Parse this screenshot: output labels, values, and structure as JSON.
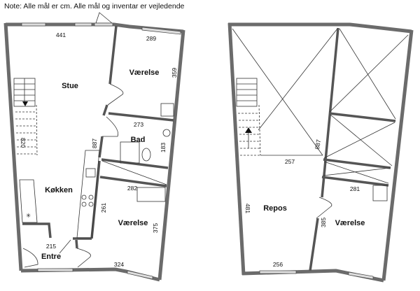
{
  "note": "Note: Alle mål er cm. Alle mål og inventar er vejledende",
  "ground_floor": {
    "rooms": {
      "stue": "Stue",
      "vaerelse_top": "Værelse",
      "bad": "Bad",
      "kokken": "Køkken",
      "vaerelse_bottom": "Værelse",
      "entre": "Entre"
    },
    "dimensions": {
      "top": "441",
      "vaerelse_top_width": "289",
      "vaerelse_top_height": "359",
      "bad_width": "273",
      "bad_height": "183",
      "total_height": "887",
      "stair": "820",
      "vaerelse_bottom_width": "282",
      "kitchen_width": "261",
      "vaerelse_bottom_height": "375",
      "entre": "215",
      "bottom": "324"
    }
  },
  "upper_floor": {
    "rooms": {
      "repos": "Repos",
      "vaerelse": "Værelse"
    },
    "dimensions": {
      "total_height": "887",
      "repos_width": "257",
      "vaerelse_width": "281",
      "repos_height": "481",
      "vaerelse_height": "385",
      "bottom": "256"
    }
  }
}
